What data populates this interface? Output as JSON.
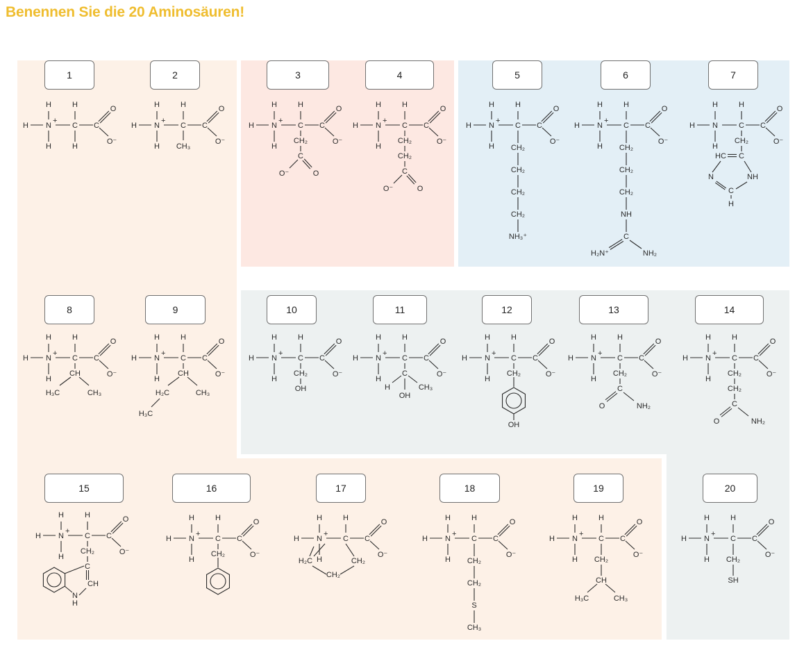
{
  "title": "Benennen Sie die 20 Aminosäuren!",
  "colors": {
    "title": "#efbd2f",
    "group_nonpolar": "#fdf1e7",
    "group_acidic": "#fde8e2",
    "group_basic": "#e3eff6",
    "group_polar": "#edf1f1"
  },
  "amino_acids": [
    {
      "number": "1",
      "side_chain": [
        "H"
      ]
    },
    {
      "number": "2",
      "side_chain": [
        "CH₃"
      ]
    },
    {
      "number": "3",
      "side_chain": [
        "CH₂",
        "C",
        "O⁻",
        "O"
      ]
    },
    {
      "number": "4",
      "side_chain": [
        "CH₂",
        "CH₂",
        "C",
        "O⁻",
        "O"
      ]
    },
    {
      "number": "5",
      "side_chain": [
        "CH₂",
        "CH₂",
        "CH₂",
        "CH₂",
        "NH₃⁺"
      ]
    },
    {
      "number": "6",
      "side_chain": [
        "CH₂",
        "CH₂",
        "CH₂",
        "NH",
        "C",
        "H₂N⁺",
        "NH₂"
      ]
    },
    {
      "number": "7",
      "side_chain": [
        "CH₂",
        "HC",
        "C",
        "N",
        "NH",
        "C",
        "H"
      ]
    },
    {
      "number": "8",
      "side_chain": [
        "CH",
        "H₃C",
        "CH₃"
      ]
    },
    {
      "number": "9",
      "side_chain": [
        "CH",
        "H₂C",
        "CH₃",
        "H₃C"
      ]
    },
    {
      "number": "10",
      "side_chain": [
        "CH₂",
        "OH"
      ]
    },
    {
      "number": "11",
      "side_chain": [
        "C",
        "H",
        "CH₃",
        "OH"
      ]
    },
    {
      "number": "12",
      "side_chain": [
        "CH₂",
        "OH"
      ]
    },
    {
      "number": "13",
      "side_chain": [
        "CH₂",
        "C",
        "O",
        "NH₂"
      ]
    },
    {
      "number": "14",
      "side_chain": [
        "CH₂",
        "CH₂",
        "C",
        "O",
        "NH₂"
      ]
    },
    {
      "number": "15",
      "side_chain": [
        "CH₂",
        "C",
        "CH",
        "N",
        "H"
      ]
    },
    {
      "number": "16",
      "side_chain": [
        "CH₂"
      ]
    },
    {
      "number": "17",
      "side_chain": [
        "H₂C",
        "CH₂",
        "CH₂"
      ]
    },
    {
      "number": "18",
      "side_chain": [
        "CH₂",
        "CH₂",
        "S",
        "CH₃"
      ]
    },
    {
      "number": "19",
      "side_chain": [
        "CH₂",
        "CH",
        "H₃C",
        "CH₃"
      ]
    },
    {
      "number": "20",
      "side_chain": [
        "CH₂",
        "SH"
      ]
    }
  ],
  "backbone_labels": {
    "h": "H",
    "n": "N",
    "n_plus": "+",
    "c": "C",
    "o": "O",
    "o_minus": "O⁻"
  }
}
